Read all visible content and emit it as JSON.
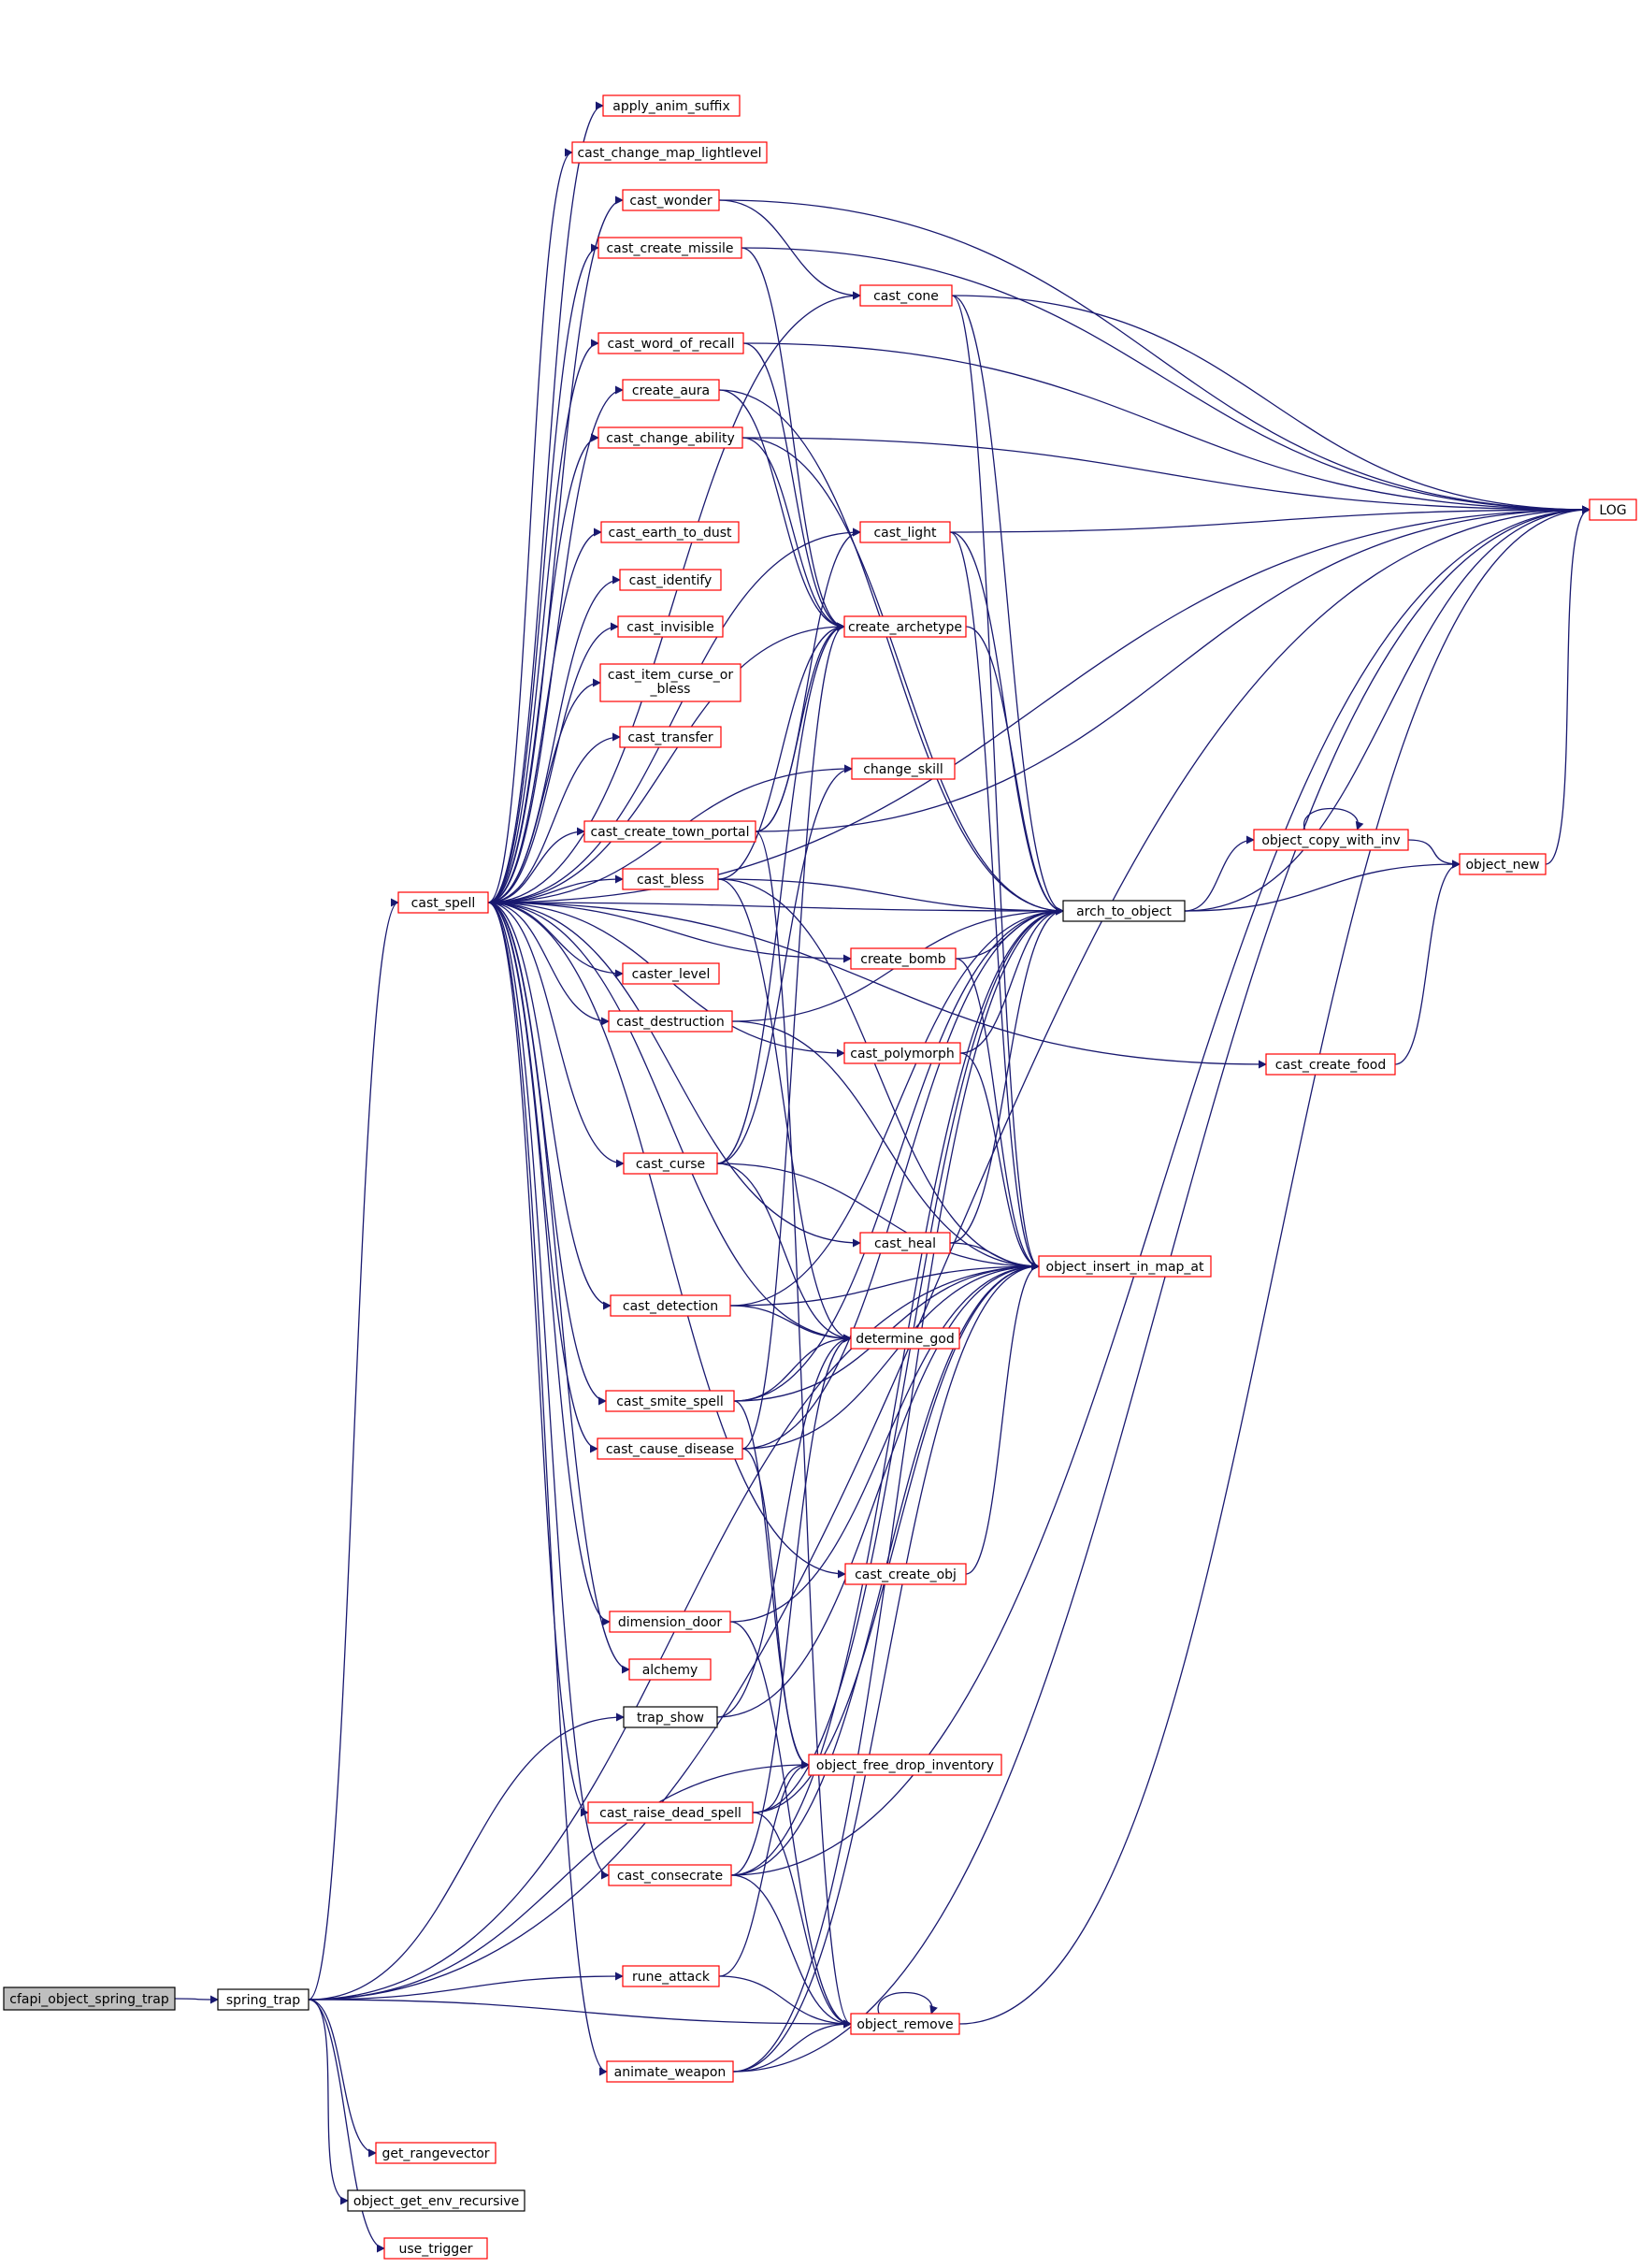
{
  "diagram": {
    "type": "call-graph",
    "colors": {
      "edge": "#191970",
      "node_red": "#ff0000",
      "node_black": "#000000",
      "node_gray": "#bfbfbf"
    },
    "nodes": [
      {
        "id": "cfapi_object_spring_trap",
        "label": "cfapi_object_spring_trap",
        "style": "gray"
      },
      {
        "id": "spring_trap",
        "label": "spring_trap",
        "style": "black"
      },
      {
        "id": "cast_spell",
        "label": "cast_spell",
        "style": "red"
      },
      {
        "id": "apply_anim_suffix",
        "label": "apply_anim_suffix",
        "style": "red"
      },
      {
        "id": "cast_change_map_lightlevel",
        "label": "cast_change_map_lightlevel",
        "style": "red"
      },
      {
        "id": "cast_wonder",
        "label": "cast_wonder",
        "style": "red"
      },
      {
        "id": "cast_create_missile",
        "label": "cast_create_missile",
        "style": "red"
      },
      {
        "id": "cast_cone",
        "label": "cast_cone",
        "style": "red"
      },
      {
        "id": "cast_word_of_recall",
        "label": "cast_word_of_recall",
        "style": "red"
      },
      {
        "id": "create_aura",
        "label": "create_aura",
        "style": "red"
      },
      {
        "id": "cast_change_ability",
        "label": "cast_change_ability",
        "style": "red"
      },
      {
        "id": "cast_light",
        "label": "cast_light",
        "style": "red"
      },
      {
        "id": "cast_earth_to_dust",
        "label": "cast_earth_to_dust",
        "style": "red"
      },
      {
        "id": "cast_identify",
        "label": "cast_identify",
        "style": "red"
      },
      {
        "id": "cast_invisible",
        "label": "cast_invisible",
        "style": "red"
      },
      {
        "id": "create_archetype",
        "label": "create_archetype",
        "style": "red"
      },
      {
        "id": "cast_item_curse_or_bless",
        "label": "cast_item_curse_or\n_bless",
        "style": "red"
      },
      {
        "id": "cast_transfer",
        "label": "cast_transfer",
        "style": "red"
      },
      {
        "id": "change_skill",
        "label": "change_skill",
        "style": "red"
      },
      {
        "id": "cast_create_town_portal",
        "label": "cast_create_town_portal",
        "style": "red"
      },
      {
        "id": "cast_bless",
        "label": "cast_bless",
        "style": "red"
      },
      {
        "id": "arch_to_object",
        "label": "arch_to_object",
        "style": "black"
      },
      {
        "id": "object_copy_with_inv",
        "label": "object_copy_with_inv",
        "style": "red"
      },
      {
        "id": "object_new",
        "label": "object_new",
        "style": "red"
      },
      {
        "id": "LOG",
        "label": "LOG",
        "style": "red"
      },
      {
        "id": "caster_level",
        "label": "caster_level",
        "style": "red"
      },
      {
        "id": "create_bomb",
        "label": "create_bomb",
        "style": "red"
      },
      {
        "id": "cast_destruction",
        "label": "cast_destruction",
        "style": "red"
      },
      {
        "id": "cast_polymorph",
        "label": "cast_polymorph",
        "style": "red"
      },
      {
        "id": "cast_create_food",
        "label": "cast_create_food",
        "style": "red"
      },
      {
        "id": "cast_curse",
        "label": "cast_curse",
        "style": "red"
      },
      {
        "id": "cast_heal",
        "label": "cast_heal",
        "style": "red"
      },
      {
        "id": "object_insert_in_map_at",
        "label": "object_insert_in_map_at",
        "style": "red"
      },
      {
        "id": "cast_detection",
        "label": "cast_detection",
        "style": "red"
      },
      {
        "id": "determine_god",
        "label": "determine_god",
        "style": "red"
      },
      {
        "id": "cast_smite_spell",
        "label": "cast_smite_spell",
        "style": "red"
      },
      {
        "id": "cast_cause_disease",
        "label": "cast_cause_disease",
        "style": "red"
      },
      {
        "id": "cast_create_obj",
        "label": "cast_create_obj",
        "style": "red"
      },
      {
        "id": "dimension_door",
        "label": "dimension_door",
        "style": "red"
      },
      {
        "id": "alchemy",
        "label": "alchemy",
        "style": "red"
      },
      {
        "id": "trap_show",
        "label": "trap_show",
        "style": "black"
      },
      {
        "id": "object_free_drop_inventory",
        "label": "object_free_drop_inventory",
        "style": "red"
      },
      {
        "id": "cast_raise_dead_spell",
        "label": "cast_raise_dead_spell",
        "style": "red"
      },
      {
        "id": "cast_consecrate",
        "label": "cast_consecrate",
        "style": "red"
      },
      {
        "id": "rune_attack",
        "label": "rune_attack",
        "style": "red"
      },
      {
        "id": "object_remove",
        "label": "object_remove",
        "style": "red"
      },
      {
        "id": "animate_weapon",
        "label": "animate_weapon",
        "style": "red"
      },
      {
        "id": "get_rangevector",
        "label": "get_rangevector",
        "style": "red"
      },
      {
        "id": "object_get_env_recursive",
        "label": "object_get_env_recursive",
        "style": "black"
      },
      {
        "id": "use_trigger",
        "label": "use_trigger",
        "style": "red"
      }
    ],
    "edges": [
      [
        "cfapi_object_spring_trap",
        "spring_trap"
      ],
      [
        "spring_trap",
        "cast_spell"
      ],
      [
        "spring_trap",
        "trap_show"
      ],
      [
        "spring_trap",
        "object_free_drop_inventory"
      ],
      [
        "spring_trap",
        "rune_attack"
      ],
      [
        "spring_trap",
        "object_remove"
      ],
      [
        "spring_trap",
        "get_rangevector"
      ],
      [
        "spring_trap",
        "object_get_env_recursive"
      ],
      [
        "spring_trap",
        "use_trigger"
      ],
      [
        "spring_trap",
        "LOG"
      ],
      [
        "spring_trap",
        "object_insert_in_map_at"
      ],
      [
        "cast_spell",
        "apply_anim_suffix"
      ],
      [
        "cast_spell",
        "cast_change_map_lightlevel"
      ],
      [
        "cast_spell",
        "cast_wonder"
      ],
      [
        "cast_spell",
        "cast_create_missile"
      ],
      [
        "cast_spell",
        "cast_cone"
      ],
      [
        "cast_spell",
        "cast_word_of_recall"
      ],
      [
        "cast_spell",
        "create_aura"
      ],
      [
        "cast_spell",
        "cast_change_ability"
      ],
      [
        "cast_spell",
        "cast_light"
      ],
      [
        "cast_spell",
        "cast_earth_to_dust"
      ],
      [
        "cast_spell",
        "cast_identify"
      ],
      [
        "cast_spell",
        "cast_invisible"
      ],
      [
        "cast_spell",
        "create_archetype"
      ],
      [
        "cast_spell",
        "cast_item_curse_or_bless"
      ],
      [
        "cast_spell",
        "cast_transfer"
      ],
      [
        "cast_spell",
        "change_skill"
      ],
      [
        "cast_spell",
        "cast_create_town_portal"
      ],
      [
        "cast_spell",
        "cast_bless"
      ],
      [
        "cast_spell",
        "arch_to_object"
      ],
      [
        "cast_spell",
        "caster_level"
      ],
      [
        "cast_spell",
        "create_bomb"
      ],
      [
        "cast_spell",
        "cast_destruction"
      ],
      [
        "cast_spell",
        "cast_polymorph"
      ],
      [
        "cast_spell",
        "cast_create_food"
      ],
      [
        "cast_spell",
        "cast_curse"
      ],
      [
        "cast_spell",
        "cast_heal"
      ],
      [
        "cast_spell",
        "cast_detection"
      ],
      [
        "cast_spell",
        "determine_god"
      ],
      [
        "cast_spell",
        "cast_smite_spell"
      ],
      [
        "cast_spell",
        "cast_cause_disease"
      ],
      [
        "cast_spell",
        "cast_create_obj"
      ],
      [
        "cast_spell",
        "dimension_door"
      ],
      [
        "cast_spell",
        "alchemy"
      ],
      [
        "cast_spell",
        "cast_raise_dead_spell"
      ],
      [
        "cast_spell",
        "cast_consecrate"
      ],
      [
        "cast_spell",
        "animate_weapon"
      ],
      [
        "cast_spell",
        "LOG"
      ],
      [
        "cast_wonder",
        "cast_cone"
      ],
      [
        "cast_wonder",
        "LOG"
      ],
      [
        "cast_create_missile",
        "LOG"
      ],
      [
        "cast_create_missile",
        "create_archetype"
      ],
      [
        "cast_cone",
        "LOG"
      ],
      [
        "cast_cone",
        "arch_to_object"
      ],
      [
        "cast_cone",
        "object_insert_in_map_at"
      ],
      [
        "cast_word_of_recall",
        "LOG"
      ],
      [
        "cast_word_of_recall",
        "create_archetype"
      ],
      [
        "create_aura",
        "arch_to_object"
      ],
      [
        "create_aura",
        "create_archetype"
      ],
      [
        "cast_change_ability",
        "create_archetype"
      ],
      [
        "cast_change_ability",
        "arch_to_object"
      ],
      [
        "cast_change_ability",
        "LOG"
      ],
      [
        "cast_light",
        "LOG"
      ],
      [
        "cast_light",
        "arch_to_object"
      ],
      [
        "cast_light",
        "object_insert_in_map_at"
      ],
      [
        "create_archetype",
        "arch_to_object"
      ],
      [
        "cast_create_town_portal",
        "cast_light"
      ],
      [
        "cast_create_town_portal",
        "create_archetype"
      ],
      [
        "cast_create_town_portal",
        "object_remove"
      ],
      [
        "cast_create_town_portal",
        "LOG"
      ],
      [
        "cast_bless",
        "arch_to_object"
      ],
      [
        "cast_bless",
        "create_archetype"
      ],
      [
        "cast_bless",
        "object_insert_in_map_at"
      ],
      [
        "cast_bless",
        "determine_god"
      ],
      [
        "arch_to_object",
        "object_copy_with_inv"
      ],
      [
        "arch_to_object",
        "object_new"
      ],
      [
        "arch_to_object",
        "LOG"
      ],
      [
        "object_copy_with_inv",
        "object_copy_with_inv"
      ],
      [
        "object_copy_with_inv",
        "object_new"
      ],
      [
        "object_new",
        "LOG"
      ],
      [
        "create_bomb",
        "arch_to_object"
      ],
      [
        "create_bomb",
        "object_insert_in_map_at"
      ],
      [
        "cast_destruction",
        "object_insert_in_map_at"
      ],
      [
        "cast_destruction",
        "arch_to_object"
      ],
      [
        "cast_polymorph",
        "arch_to_object"
      ],
      [
        "cast_polymorph",
        "object_insert_in_map_at"
      ],
      [
        "cast_create_food",
        "object_new"
      ],
      [
        "cast_curse",
        "change_skill"
      ],
      [
        "cast_curse",
        "create_archetype"
      ],
      [
        "cast_curse",
        "object_insert_in_map_at"
      ],
      [
        "cast_curse",
        "determine_god"
      ],
      [
        "cast_heal",
        "object_insert_in_map_at"
      ],
      [
        "cast_heal",
        "arch_to_object"
      ],
      [
        "cast_detection",
        "object_insert_in_map_at"
      ],
      [
        "cast_detection",
        "determine_god"
      ],
      [
        "cast_detection",
        "arch_to_object"
      ],
      [
        "cast_smite_spell",
        "determine_god"
      ],
      [
        "cast_smite_spell",
        "object_insert_in_map_at"
      ],
      [
        "cast_smite_spell",
        "arch_to_object"
      ],
      [
        "cast_smite_spell",
        "object_free_drop_inventory"
      ],
      [
        "cast_cause_disease",
        "create_archetype"
      ],
      [
        "cast_cause_disease",
        "object_insert_in_map_at"
      ],
      [
        "cast_cause_disease",
        "object_free_drop_inventory"
      ],
      [
        "cast_cause_disease",
        "arch_to_object"
      ],
      [
        "cast_create_obj",
        "object_insert_in_map_at"
      ],
      [
        "dimension_door",
        "object_insert_in_map_at"
      ],
      [
        "dimension_door",
        "object_remove"
      ],
      [
        "trap_show",
        "determine_god"
      ],
      [
        "trap_show",
        "object_insert_in_map_at"
      ],
      [
        "cast_raise_dead_spell",
        "object_free_drop_inventory"
      ],
      [
        "cast_raise_dead_spell",
        "arch_to_object"
      ],
      [
        "cast_raise_dead_spell",
        "object_insert_in_map_at"
      ],
      [
        "cast_raise_dead_spell",
        "object_remove"
      ],
      [
        "cast_consecrate",
        "determine_god"
      ],
      [
        "cast_consecrate",
        "arch_to_object"
      ],
      [
        "cast_consecrate",
        "object_insert_in_map_at"
      ],
      [
        "cast_consecrate",
        "object_remove"
      ],
      [
        "cast_consecrate",
        "LOG"
      ],
      [
        "rune_attack",
        "object_free_drop_inventory"
      ],
      [
        "rune_attack",
        "object_remove"
      ],
      [
        "object_remove",
        "object_remove"
      ],
      [
        "object_remove",
        "LOG"
      ],
      [
        "animate_weapon",
        "object_remove"
      ],
      [
        "animate_weapon",
        "arch_to_object"
      ],
      [
        "animate_weapon",
        "object_insert_in_map_at"
      ],
      [
        "animate_weapon",
        "LOG"
      ]
    ]
  }
}
